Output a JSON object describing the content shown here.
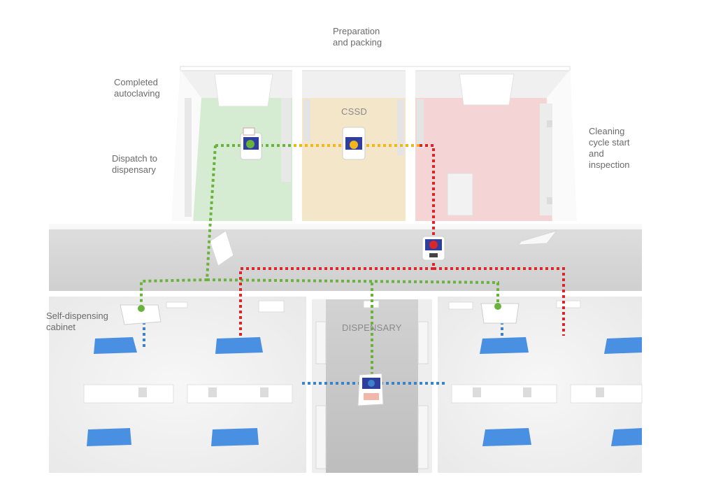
{
  "labels": {
    "preparation": [
      "Preparation",
      "and packing"
    ],
    "completed": [
      "Completed",
      "autoclaving"
    ],
    "dispatch": [
      "Dispatch to",
      "dispensary"
    ],
    "cleaning": [
      "Cleaning",
      "cycle start",
      "and",
      "inspection"
    ],
    "cabinet": [
      "Self-dispensing",
      "cabinet"
    ],
    "cssd": "CSSD",
    "dispensary": "DISPENSARY"
  },
  "colors": {
    "clean_zone": "#d6ecd2",
    "prep_zone": "#f4e6c8",
    "dirty_zone": "#f4d4d4",
    "green_route": "#6ab23e",
    "yellow_route": "#f3b51c",
    "red_route": "#d8262a",
    "blue_route": "#3c82c8",
    "bed": "#4a90e2",
    "robot_screen": "#2f3f9e"
  },
  "icons": [
    "robot-icon",
    "bed-icon",
    "sink-icon",
    "cabinet-icon"
  ]
}
